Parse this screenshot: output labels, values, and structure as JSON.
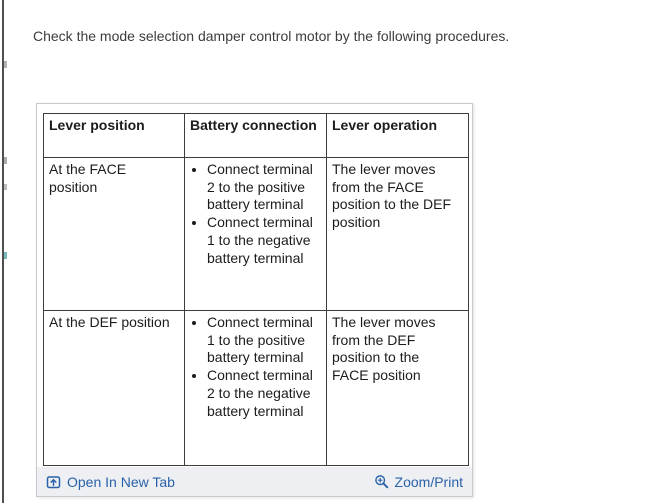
{
  "intro": "Check the mode selection damper control motor by the following procedures.",
  "table": {
    "headers": [
      "Lever position",
      "Battery connection",
      "Lever operation"
    ],
    "rows": [
      {
        "lever_position": "At the FACE position",
        "battery_connection": [
          "Connect terminal 2 to the positive battery terminal",
          "Connect terminal 1 to the negative battery terminal"
        ],
        "lever_operation": "The lever moves from the FACE position to the DEF position"
      },
      {
        "lever_position": "At the DEF position",
        "battery_connection": [
          "Connect terminal 1 to the positive battery terminal",
          "Connect terminal 2 to the negative battery terminal"
        ],
        "lever_operation": "The lever moves from the DEF position to the FACE position"
      }
    ]
  },
  "footer": {
    "open_in_new_tab": "Open In New Tab",
    "zoom_print": "Zoom/Print",
    "icons": [
      "open-in-new-tab-icon",
      "zoom-magnifier-plus-icon"
    ]
  },
  "colors": {
    "link_blue": "#2a62a8",
    "footer_background": "#edeff3",
    "table_border": "#3d3d3d",
    "panel_border": "#c9c9c9",
    "body_text": "#3c3c3c",
    "left_divider": "#4f4f4f"
  }
}
